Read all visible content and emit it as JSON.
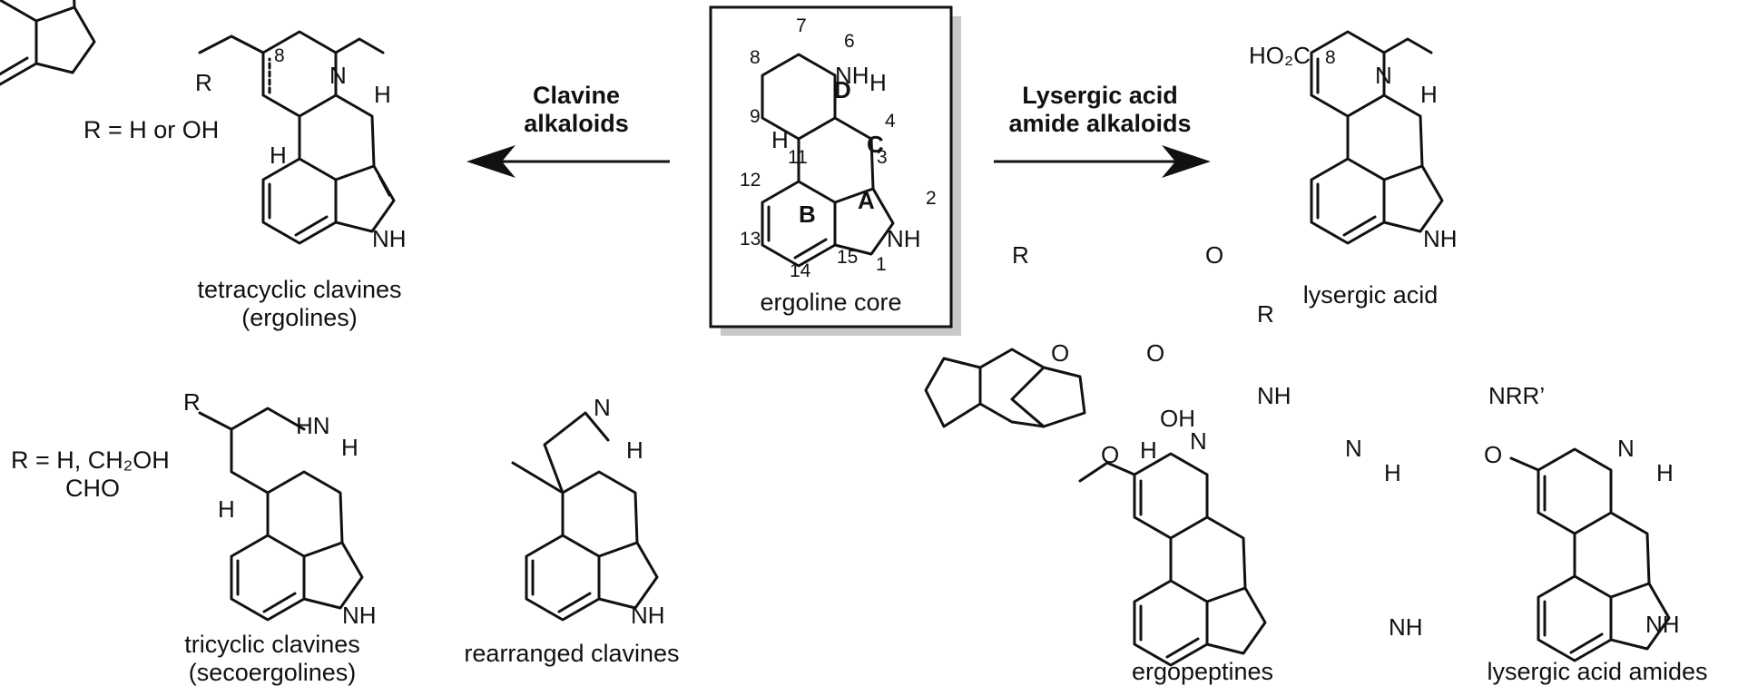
{
  "arrows": {
    "left_label_1": "Clavine",
    "left_label_2": "alkaloids",
    "right_label_1": "Lysergic acid",
    "right_label_2": "amide alkaloids"
  },
  "core": {
    "caption": "ergoline core",
    "ring_labels": [
      "A",
      "B",
      "C",
      "D"
    ],
    "position_numbers": [
      "1",
      "2",
      "3",
      "4",
      "6",
      "7",
      "8",
      "9",
      "11",
      "12",
      "13",
      "14",
      "15"
    ]
  },
  "structures": {
    "tetracyclic": {
      "caption_1": "tetracyclic clavines",
      "caption_2": "(ergolines)",
      "r_note": "R = H or OH"
    },
    "tricyclic": {
      "caption_1": "tricyclic clavines",
      "caption_2": "(secoergolines)",
      "r_note_1": "R = H, CH₂OH",
      "r_note_2": "CHO"
    },
    "rearranged": {
      "caption": "rearranged clavines"
    },
    "lysergic_acid": {
      "caption": "lysergic acid"
    },
    "ergopeptines": {
      "caption": "ergopeptines"
    },
    "amides": {
      "caption": "lysergic acid amides"
    }
  },
  "atom_labels": {
    "NH": "NH",
    "N": "N",
    "H": "H",
    "R": "R",
    "HN": "HN",
    "O": "O",
    "OH": "OH",
    "NRR": "NRR’",
    "HO2C": "HO₂C",
    "eight": "8"
  }
}
